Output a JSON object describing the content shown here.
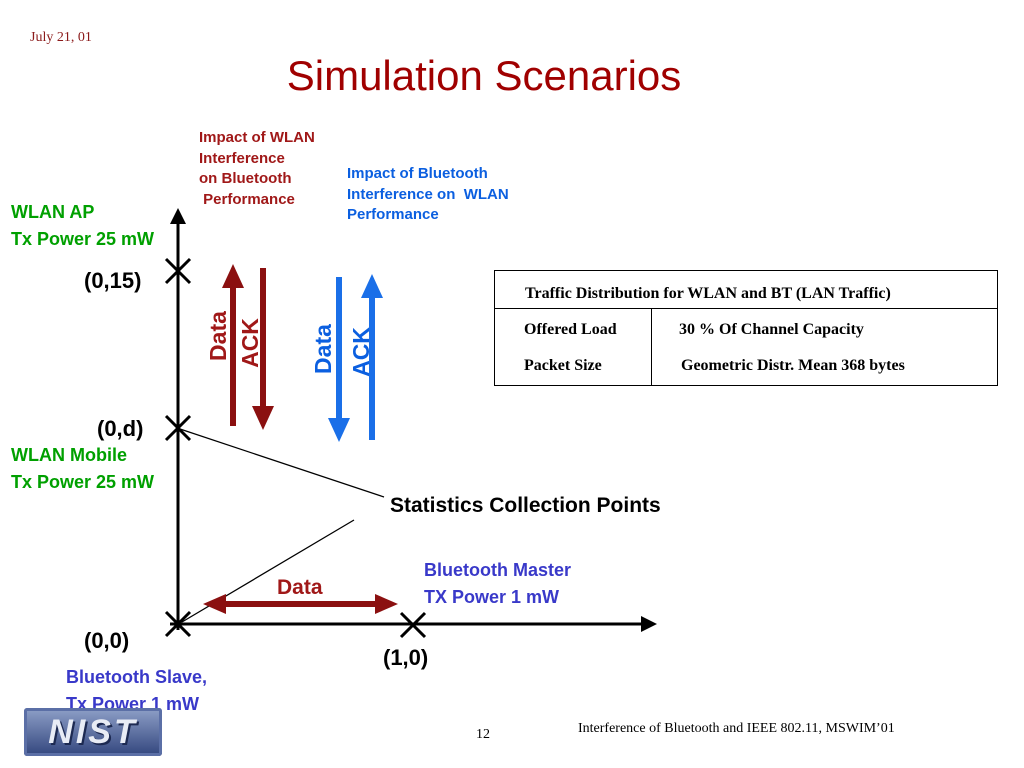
{
  "header": {
    "date": "July 21, 01",
    "title": "Simulation Scenarios"
  },
  "annotations": {
    "wlan_impact": "Impact of WLAN\nInterference\non Bluetooth\n Performance",
    "bt_impact": "Impact of Bluetooth\nInterference on  WLAN\nPerformance"
  },
  "nodes": {
    "wlan_ap": "WLAN AP\nTx Power 25 mW",
    "wlan_mobile": "WLAN Mobile\nTx Power 25 mW",
    "bt_master": "Bluetooth Master\nTX Power 1 mW",
    "bt_slave": "Bluetooth Slave,\nTx Power 1 mW"
  },
  "coordinates": {
    "ap": "(0,15)",
    "mobile": "(0,d)",
    "origin": "(0,0)",
    "master": "(1,0)"
  },
  "arrows": {
    "red_data": "Data",
    "red_ack": "ACK",
    "blue_data": "Data",
    "blue_ack": "ACK",
    "horizontal_data": "Data"
  },
  "stats_label": "Statistics Collection Points",
  "table": {
    "title": "Traffic Distribution for WLAN and BT (LAN Traffic)",
    "rows": [
      {
        "label": "Offered Load",
        "value": "30 % Of Channel Capacity"
      },
      {
        "label": "Packet Size",
        "value": "Geometric Distr. Mean 368 bytes"
      }
    ]
  },
  "footer": {
    "logo": "NIST",
    "page": "12",
    "citation": "Interference of Bluetooth and IEEE 802.11, MSWIM’01"
  },
  "colors": {
    "title_red": "#a00000",
    "wlan_arrow": "#8b1010",
    "bt_arrow": "#1a6fe8",
    "wlan_text": "#00a000",
    "bt_text": "#3939c9"
  }
}
